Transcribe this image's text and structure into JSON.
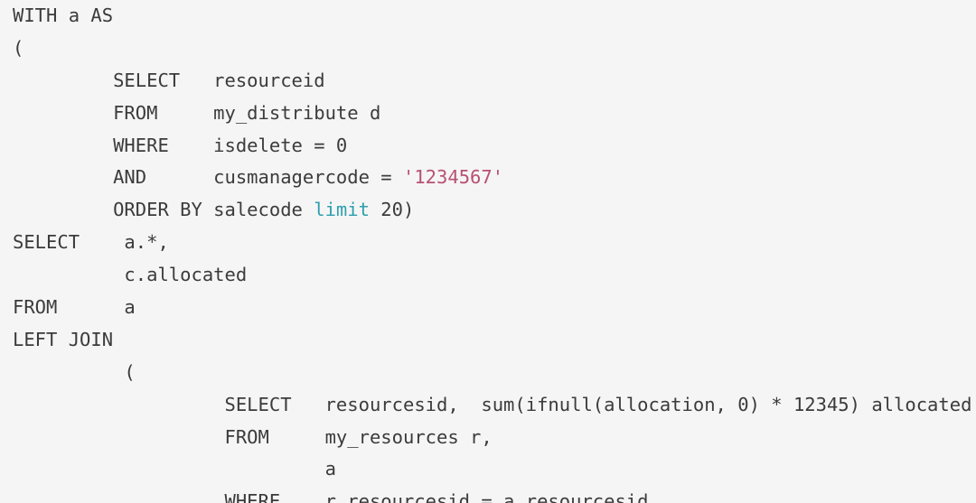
{
  "colors": {
    "background": "#f5f5f5",
    "text": "#3b3b3b",
    "string": "#b85173",
    "keyword": "#2e9fae"
  },
  "code": {
    "lines": [
      {
        "segments": [
          {
            "c": "plain",
            "t": "WITH a AS"
          }
        ]
      },
      {
        "segments": [
          {
            "c": "plain",
            "t": "("
          }
        ]
      },
      {
        "segments": [
          {
            "c": "plain",
            "t": "         SELECT   resourceid"
          }
        ]
      },
      {
        "segments": [
          {
            "c": "plain",
            "t": "         FROM     my_distribute d"
          }
        ]
      },
      {
        "segments": [
          {
            "c": "plain",
            "t": "         WHERE    isdelete = 0"
          }
        ]
      },
      {
        "segments": [
          {
            "c": "plain",
            "t": "         AND      cusmanagercode = "
          },
          {
            "c": "string",
            "t": "'1234567'"
          }
        ]
      },
      {
        "segments": [
          {
            "c": "plain",
            "t": "         ORDER BY salecode "
          },
          {
            "c": "keyword",
            "t": "limit"
          },
          {
            "c": "plain",
            "t": " 20)"
          }
        ]
      },
      {
        "segments": [
          {
            "c": "plain",
            "t": "SELECT    a.*,"
          }
        ]
      },
      {
        "segments": [
          {
            "c": "plain",
            "t": "          c.allocated"
          }
        ]
      },
      {
        "segments": [
          {
            "c": "plain",
            "t": "FROM      a"
          }
        ]
      },
      {
        "segments": [
          {
            "c": "plain",
            "t": "LEFT JOIN"
          }
        ]
      },
      {
        "segments": [
          {
            "c": "plain",
            "t": "          ("
          }
        ]
      },
      {
        "segments": [
          {
            "c": "plain",
            "t": "                   SELECT   resourcesid,  sum(ifnull(allocation, 0) * 12345) allocated"
          }
        ]
      },
      {
        "segments": [
          {
            "c": "plain",
            "t": "                   FROM     my_resources r,"
          }
        ]
      },
      {
        "segments": [
          {
            "c": "plain",
            "t": "                            a"
          }
        ]
      },
      {
        "segments": [
          {
            "c": "plain",
            "t": "                   WHERE    r.resourcesid = a.resourcesid"
          }
        ]
      }
    ]
  }
}
